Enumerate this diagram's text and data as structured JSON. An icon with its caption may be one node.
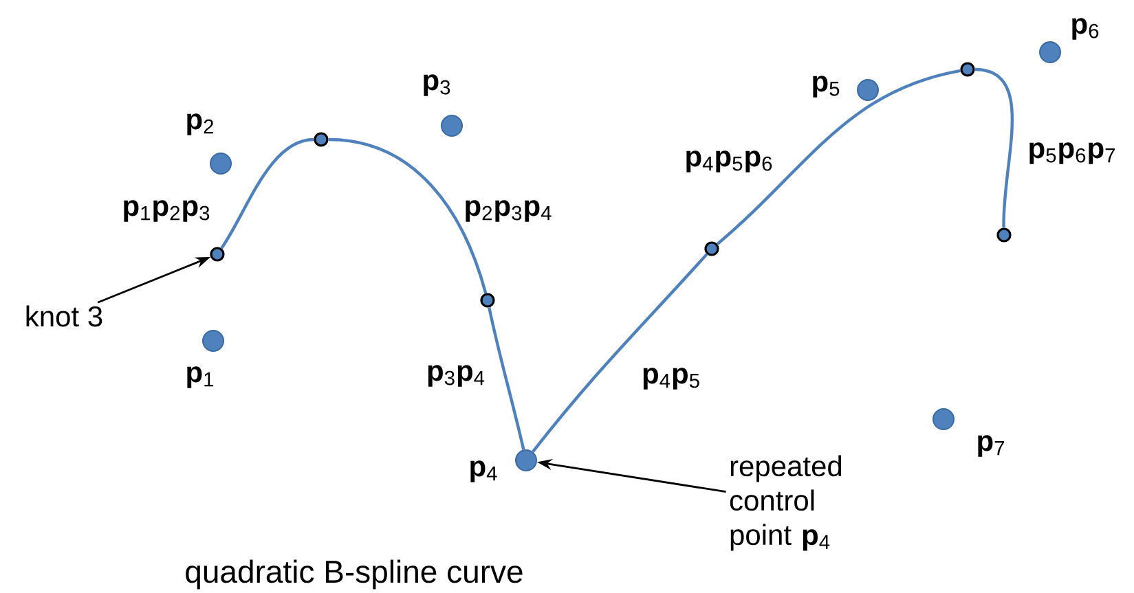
{
  "diagram": {
    "caption": "quadratic B-spline curve",
    "nodes": [
      {
        "text": [],
        "shape": "circle",
        "beside": [
          "**p**$_{1}$"
        ]
      },
      {
        "text": [],
        "shape": "circle",
        "beside": [
          "**p**$_{2}$"
        ]
      },
      {
        "text": [],
        "shape": "circle",
        "beside": [
          "**p**$_{3}$"
        ]
      },
      {
        "text": [],
        "shape": "circle",
        "beside": [
          "**p**$_{4}$"
        ]
      },
      {
        "text": [],
        "shape": "circle",
        "beside": [
          "**p**$_{5}$"
        ]
      },
      {
        "text": [],
        "shape": "circle",
        "beside": [
          "**p**$_{6}$"
        ]
      },
      {
        "text": [],
        "shape": "circle",
        "beside": [
          "**p**$_{7}$"
        ]
      },
      {
        "text": [],
        "shape": "circle"
      },
      {
        "text": [],
        "shape": "circle"
      },
      {
        "text": [],
        "shape": "circle"
      },
      {
        "text": [],
        "shape": "circle"
      },
      {
        "text": [],
        "shape": "circle"
      },
      {
        "text": [],
        "shape": "circle"
      },
      {
        "text": [
          "knot 3"
        ]
      },
      {
        "text": [
          "repeated control point **p**$_{4}$"
        ]
      }
    ],
    "edges": [
      {
        "from": 7,
        "to": 8,
        "arrow": "none",
        "label": "**p**$_{1}$**p**$_{2}$**p**$_{3}$"
      },
      {
        "from": 8,
        "to": 9,
        "arrow": "none",
        "label": "**p**$_{2}$**p**$_{3}$**p**$_{4}$"
      },
      {
        "from": 9,
        "to": 3,
        "arrow": "none",
        "label": "**p**$_{3}$**p**$_{4}$"
      },
      {
        "from": 3,
        "to": 10,
        "arrow": "none",
        "label": "**p**$_{4}$**p**$_{5}$"
      },
      {
        "from": 10,
        "to": 11,
        "arrow": "none",
        "label": "**p**$_{4}$**p**$_{5}$**p**$_{6}$"
      },
      {
        "from": 11,
        "to": 12,
        "arrow": "none",
        "label": "**p**$_{5}$**p**$_{6}$**p**$_{7}$"
      },
      {
        "from": 13,
        "to": 7,
        "arrow": "to",
        "color": "#000000"
      },
      {
        "from": 14,
        "to": 3,
        "arrow": "to",
        "color": "#000000"
      }
    ]
  }
}
